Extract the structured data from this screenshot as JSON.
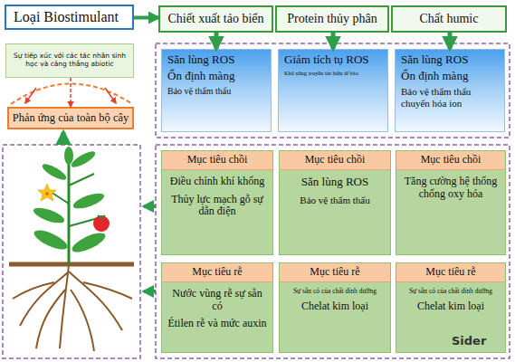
{
  "diagram": {
    "nodes": [
      {
        "text": [
          "Loại Biostimulant"
        ]
      },
      {
        "text": [
          "Chiết xuất tảo biển"
        ]
      },
      {
        "text": [
          "Protein thủy phân"
        ]
      },
      {
        "text": [
          "Chất humic"
        ]
      },
      {
        "text": [
          "Sự tiếp xúc với các tác nhân sinh học và căng thẳng abiotic"
        ]
      },
      {
        "text": [
          "Săn lùng ROS",
          "Ổn định màng",
          "Bảo vệ thẩm thấu"
        ]
      },
      {
        "text": [
          "Giảm tích tụ ROS",
          "Khả năng truyền tín hiệu tế bào"
        ]
      },
      {
        "text": [
          "Săn lùng ROS",
          "Ổn định màng",
          "Bảo vệ thẩm thấu chuyển hóa ion"
        ]
      },
      {
        "text": [
          "Phản ứng của toàn bộ cây"
        ]
      },
      {
        "text": [
          "Mục tiêu chồi",
          "Điều chỉnh khí khổng",
          "Thủy lực mạch gỗ sự dẫn điện"
        ]
      },
      {
        "text": [
          "Mục tiêu chồi",
          "Săn lùng ROS",
          "Bảo vệ thẩm thấu"
        ]
      },
      {
        "text": [
          "Mục tiêu chồi",
          "Tăng cường hệ thống chống oxy hóa"
        ]
      },
      {
        "text": [
          "Mục tiêu rễ",
          "Nước vùng rễ sự sẵn có",
          "Étilen rễ và mức auxin"
        ]
      },
      {
        "text": [
          "Mục tiêu rễ",
          "Sự sẵn có của chất dinh dưỡng",
          "Chelat kim loại"
        ]
      },
      {
        "text": [
          "Mục tiêu rễ",
          "Sự sẵn có của chất dinh dưỡng",
          "Chelat kim loại"
        ]
      }
    ],
    "edges": [
      {
        "from": 0,
        "to": 1,
        "arrow": "to"
      },
      {
        "from": 1,
        "to": 5,
        "arrow": "to"
      },
      {
        "from": 2,
        "to": 6,
        "arrow": "to"
      },
      {
        "from": 3,
        "to": 7,
        "arrow": "to"
      },
      {
        "from": 4,
        "to": 8,
        "arrow": "to"
      }
    ],
    "labels": [
      "Sider"
    ]
  }
}
